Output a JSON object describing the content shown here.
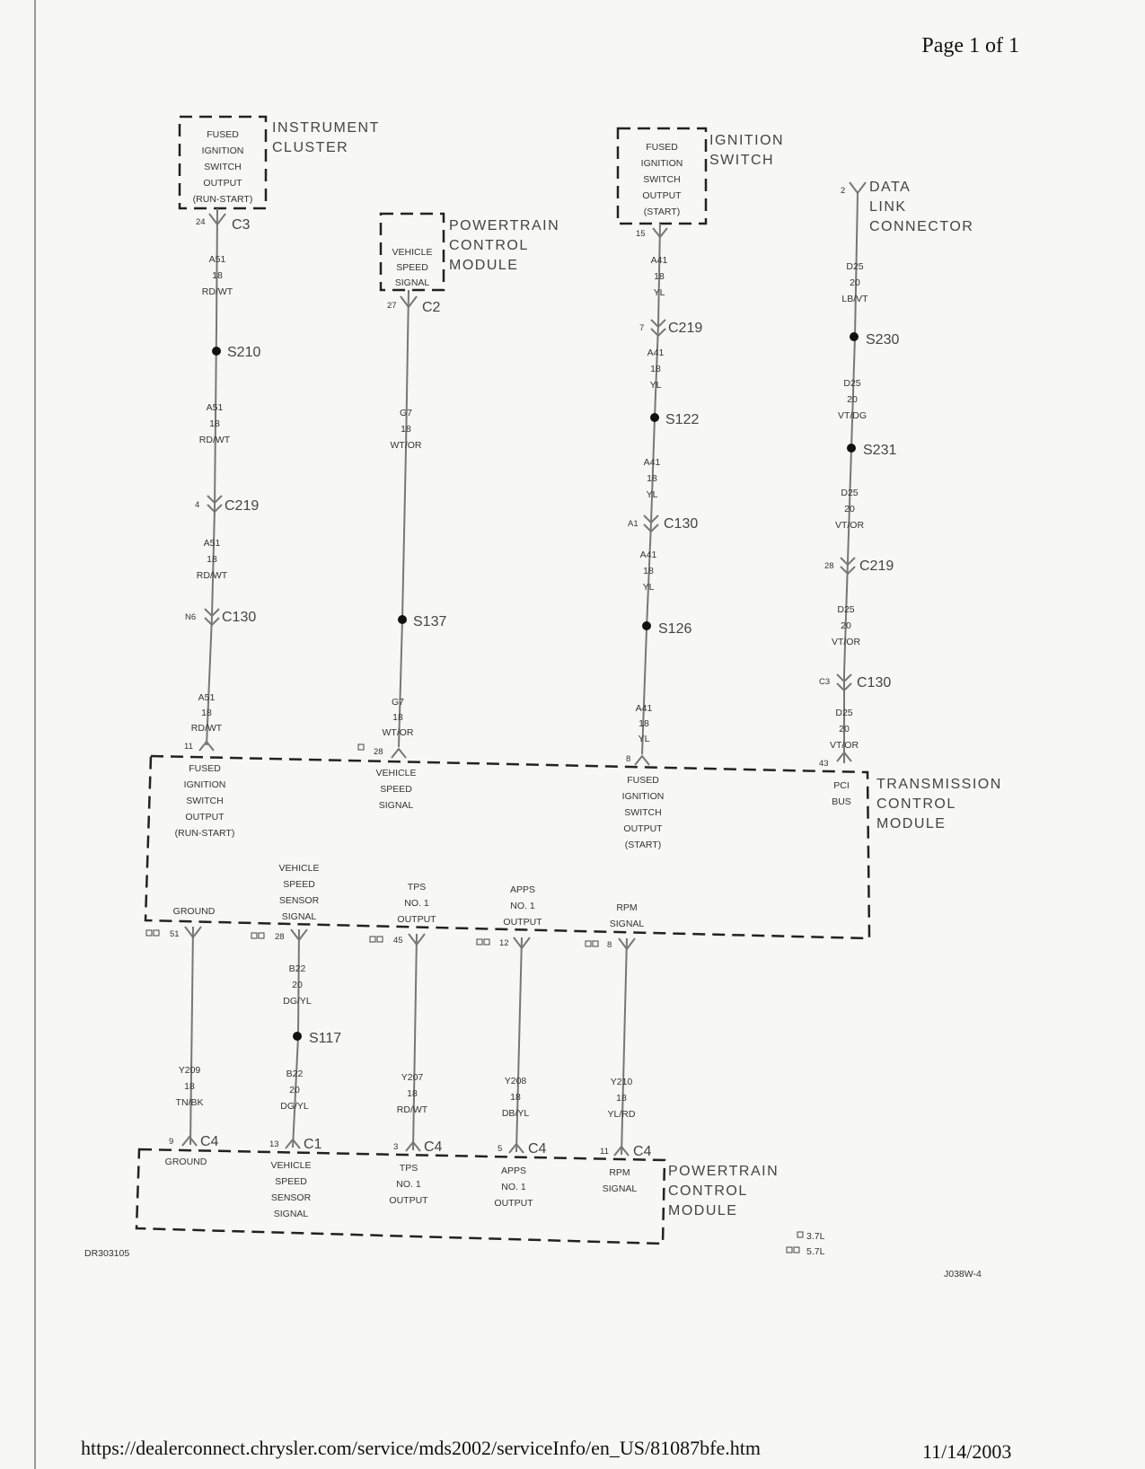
{
  "page_number": "Page 1 of 1",
  "footer": {
    "url": "https://dealerconnect.chrysler.com/service/mds2002/serviceInfo/en_US/81087bfe.htm",
    "date": "11/14/2003"
  },
  "diagram_id": "DR303105",
  "figure_code": "J038W-4",
  "legend": {
    "single": "3.7L",
    "double": "5.7L"
  },
  "components": {
    "instrument_cluster": {
      "name_1": "INSTRUMENT",
      "name_2": "CLUSTER",
      "pin_1": "FUSED",
      "pin_2": "IGNITION",
      "pin_3": "SWITCH",
      "pin_4": "OUTPUT",
      "pin_5": "(RUN-START)"
    },
    "pcm_top": {
      "name_1": "POWERTRAIN",
      "name_2": "CONTROL",
      "name_3": "MODULE",
      "pin_1": "VEHICLE",
      "pin_2": "SPEED",
      "pin_3": "SIGNAL"
    },
    "ignition_switch": {
      "name_1": "IGNITION",
      "name_2": "SWITCH",
      "pin_1": "FUSED",
      "pin_2": "IGNITION",
      "pin_3": "SWITCH",
      "pin_4": "OUTPUT",
      "pin_5": "(START)"
    },
    "dlc": {
      "name_1": "DATA",
      "name_2": "LINK",
      "name_3": "CONNECTOR"
    },
    "tcm": {
      "name_1": "TRANSMISSION",
      "name_2": "CONTROL",
      "name_3": "MODULE",
      "top_pin_1": {
        "l1": "FUSED",
        "l2": "IGNITION",
        "l3": "SWITCH",
        "l4": "OUTPUT",
        "l5": "(RUN-START)"
      },
      "top_pin_2": {
        "l1": "VEHICLE",
        "l2": "SPEED",
        "l3": "SIGNAL"
      },
      "top_pin_3": {
        "l1": "FUSED",
        "l2": "IGNITION",
        "l3": "SWITCH",
        "l4": "OUTPUT",
        "l5": "(START)"
      },
      "top_pin_4": {
        "l1": "PCI",
        "l2": "BUS"
      },
      "bot_pin_1": {
        "l1": "GROUND"
      },
      "bot_pin_2": {
        "l1": "VEHICLE",
        "l2": "SPEED",
        "l3": "SENSOR",
        "l4": "SIGNAL"
      },
      "bot_pin_3": {
        "l1": "TPS",
        "l2": "NO. 1",
        "l3": "OUTPUT"
      },
      "bot_pin_4": {
        "l1": "APPS",
        "l2": "NO. 1",
        "l3": "OUTPUT"
      },
      "bot_pin_5": {
        "l1": "RPM",
        "l2": "SIGNAL"
      }
    },
    "pcm_bottom": {
      "name_1": "POWERTRAIN",
      "name_2": "CONTROL",
      "name_3": "MODULE",
      "pin_1": {
        "l1": "GROUND"
      },
      "pin_2": {
        "l1": "VEHICLE",
        "l2": "SPEED",
        "l3": "SENSOR",
        "l4": "SIGNAL"
      },
      "pin_3": {
        "l1": "TPS",
        "l2": "NO. 1",
        "l3": "OUTPUT"
      },
      "pin_4": {
        "l1": "APPS",
        "l2": "NO. 1",
        "l3": "OUTPUT"
      },
      "pin_5": {
        "l1": "RPM",
        "l2": "SIGNAL"
      }
    }
  },
  "circuit_a51": {
    "top_pin": "24",
    "top_conn": "C3",
    "seg1": {
      "c": "A51",
      "g": "18",
      "k": "RD/WT"
    },
    "splice1": "S210",
    "seg2": {
      "c": "A51",
      "g": "18",
      "k": "RD/WT"
    },
    "inline1_pin": "4",
    "inline1": "C219",
    "seg3": {
      "c": "A51",
      "g": "18",
      "k": "RD/WT"
    },
    "inline2_pin": "N6",
    "inline2": "C130",
    "seg4": {
      "c": "A51",
      "g": "18",
      "k": "RD/WT"
    },
    "tcm_pin": "11"
  },
  "circuit_g7": {
    "top_pin": "27",
    "top_conn": "C2",
    "seg1": {
      "c": "G7",
      "g": "18",
      "k": "WT/OR"
    },
    "splice1": "S137",
    "seg2": {
      "c": "G7",
      "g": "18",
      "k": "WT/OR"
    },
    "tcm_pin": "28"
  },
  "circuit_a41": {
    "top_pin": "15",
    "seg1": {
      "c": "A41",
      "g": "18",
      "k": "YL"
    },
    "inline1_pin": "7",
    "inline1": "C219",
    "seg2": {
      "c": "A41",
      "g": "18",
      "k": "YL"
    },
    "splice1": "S122",
    "seg3": {
      "c": "A41",
      "g": "18",
      "k": "YL"
    },
    "inline2_pin": "A1",
    "inline2": "C130",
    "seg4": {
      "c": "A41",
      "g": "18",
      "k": "YL"
    },
    "splice2": "S126",
    "seg5": {
      "c": "A41",
      "g": "18",
      "k": "YL"
    },
    "tcm_pin": "8"
  },
  "circuit_d25": {
    "top_pin": "2",
    "seg1": {
      "c": "D25",
      "g": "20",
      "k": "LB/VT"
    },
    "splice1": "S230",
    "seg2": {
      "c": "D25",
      "g": "20",
      "k": "VT/DG"
    },
    "splice2": "S231",
    "seg3": {
      "c": "D25",
      "g": "20",
      "k": "VT/OR"
    },
    "inline1_pin": "28",
    "inline1": "C219",
    "seg4": {
      "c": "D25",
      "g": "20",
      "k": "VT/OR"
    },
    "inline2_pin": "C3",
    "inline2": "C130",
    "seg5": {
      "c": "D25",
      "g": "20",
      "k": "VT/OR"
    },
    "tcm_pin": "43"
  },
  "bottom_wires": {
    "w1": {
      "tcm_pin": "51",
      "c": "Y209",
      "g": "18",
      "k": "TN/BK",
      "pcm_pin": "9",
      "pcm_conn": "C4"
    },
    "w2": {
      "tcm_pin": "28",
      "c1": "B22",
      "g1": "20",
      "k1": "DG/YL",
      "splice": "S117",
      "c2": "B22",
      "g2": "20",
      "k2": "DG/YL",
      "pcm_pin": "13",
      "pcm_conn": "C1"
    },
    "w3": {
      "tcm_pin": "45",
      "c": "Y207",
      "g": "18",
      "k": "RD/WT",
      "pcm_pin": "3",
      "pcm_conn": "C4"
    },
    "w4": {
      "tcm_pin": "12",
      "c": "Y208",
      "g": "18",
      "k": "DB/YL",
      "pcm_pin": "5",
      "pcm_conn": "C4"
    },
    "w5": {
      "tcm_pin": "8",
      "c": "Y210",
      "g": "18",
      "k": "YL/RD",
      "pcm_pin": "11",
      "pcm_conn": "C4"
    }
  }
}
